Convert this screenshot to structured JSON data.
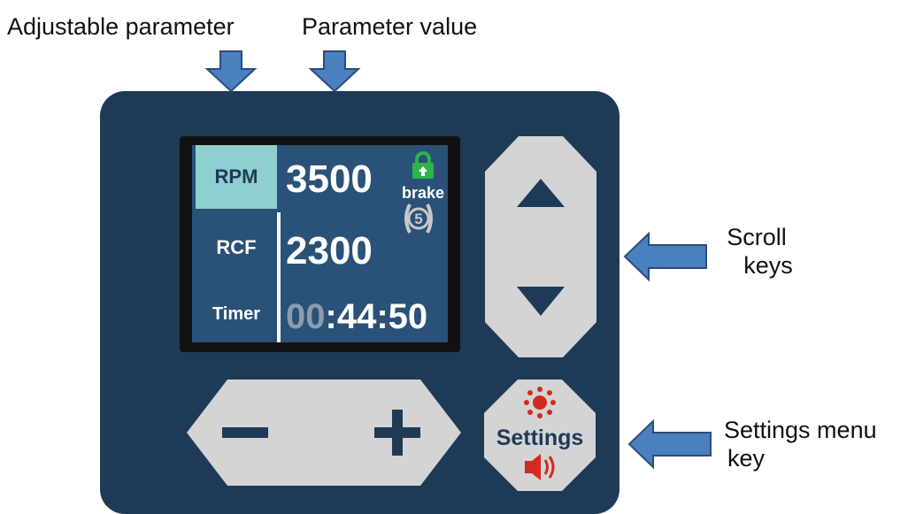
{
  "annotations": {
    "adjustable_parameter": "Adjustable parameter",
    "parameter_value": "Parameter value",
    "scroll_keys_line1": "Scroll",
    "scroll_keys_line2": "keys",
    "settings_menu_key_line1": "Settings menu",
    "settings_menu_key_line2": "key"
  },
  "display": {
    "rpm_label": "RPM",
    "rpm_value": "3500",
    "rcf_label": "RCF",
    "rcf_value": "2300",
    "timer_label": "Timer",
    "timer_value_dim": "00",
    "timer_value_bright": ":44:50",
    "brake_label": "brake",
    "brake_level": "5"
  },
  "buttons": {
    "minus_symbol": "−",
    "plus_symbol": "+",
    "settings_label": "Settings"
  },
  "colors": {
    "panel": "#1e3a57",
    "screen_bg": "#2a5178",
    "selected_label": "#8ecfcf",
    "button_gray": "#d4d4d4",
    "arrow_blue": "#4a7fc0",
    "lock_green": "#2db34a",
    "settings_red": "#d22a1e"
  },
  "icons": [
    "down-arrow-icon",
    "left-arrow-icon",
    "lock-icon",
    "up-triangle-icon",
    "down-triangle-icon",
    "minus-icon",
    "plus-icon",
    "sun-icon",
    "speaker-icon"
  ]
}
